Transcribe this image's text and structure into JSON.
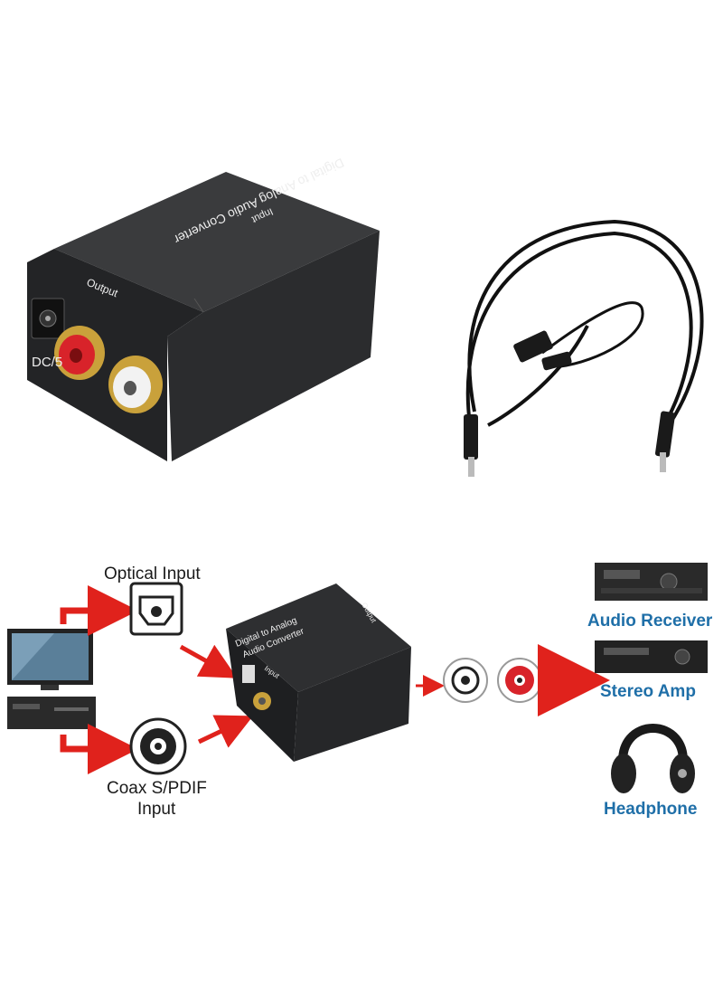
{
  "product_photo": {
    "box_top_label": "Digital to Analog Audio Converter",
    "box_input_label": "Input",
    "box_output_label": "Output",
    "dc_label": "DC/5",
    "colors": {
      "box": "#2b2c2e",
      "box_top": "#3a3b3d",
      "rca_red": "#d8232a",
      "rca_white": "#f2f2f2",
      "gold": "#c9a13b",
      "cable": "#111111"
    }
  },
  "diagram": {
    "optical_input_label": "Optical Input",
    "coax_input_label_line1": "Coax S/PDIF",
    "coax_input_label_line2": "Input",
    "device_top_label_line1": "Digital to Analog",
    "device_top_label_line2": "Audio Converter",
    "device_input_label": "Input",
    "device_output_label": "Output",
    "outputs": [
      {
        "label": "Audio Receiver",
        "icon": "audio-receiver-icon"
      },
      {
        "label": "Stereo Amp",
        "icon": "stereo-amp-icon"
      },
      {
        "label": "Headphone",
        "icon": "headphone-icon"
      }
    ],
    "colors": {
      "arrow": "#e0221c",
      "output_label": "#1f6fa8"
    }
  }
}
